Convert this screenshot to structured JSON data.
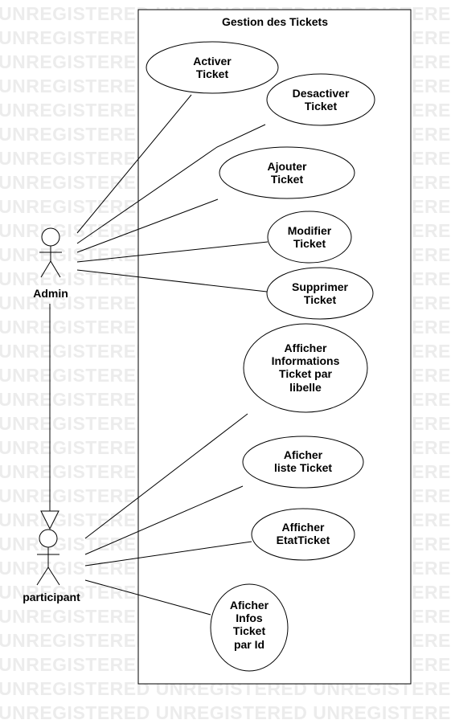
{
  "watermark": {
    "text": "UNREGISTERED"
  },
  "system": {
    "title": "Gestion des Tickets"
  },
  "actors": {
    "admin": {
      "label": "Admin"
    },
    "participant": {
      "label": "participant"
    }
  },
  "use_cases": {
    "activer": [
      "Activer",
      "Ticket"
    ],
    "desactiver": [
      "Desactiver",
      "Ticket"
    ],
    "ajouter": [
      "Ajouter",
      "Ticket"
    ],
    "modifier": [
      "Modifier",
      "Ticket"
    ],
    "supprimer": [
      "Supprimer",
      "Ticket"
    ],
    "afficher_infos_libelle": [
      "Afficher",
      "Informations",
      "Ticket par",
      "libelle"
    ],
    "afficher_liste": [
      "Aficher",
      "liste Ticket"
    ],
    "afficher_etat": [
      "Afficher",
      "EtatTicket"
    ],
    "afficher_infos_id": [
      "Aficher",
      "Infos",
      "Ticket",
      "par Id"
    ]
  }
}
